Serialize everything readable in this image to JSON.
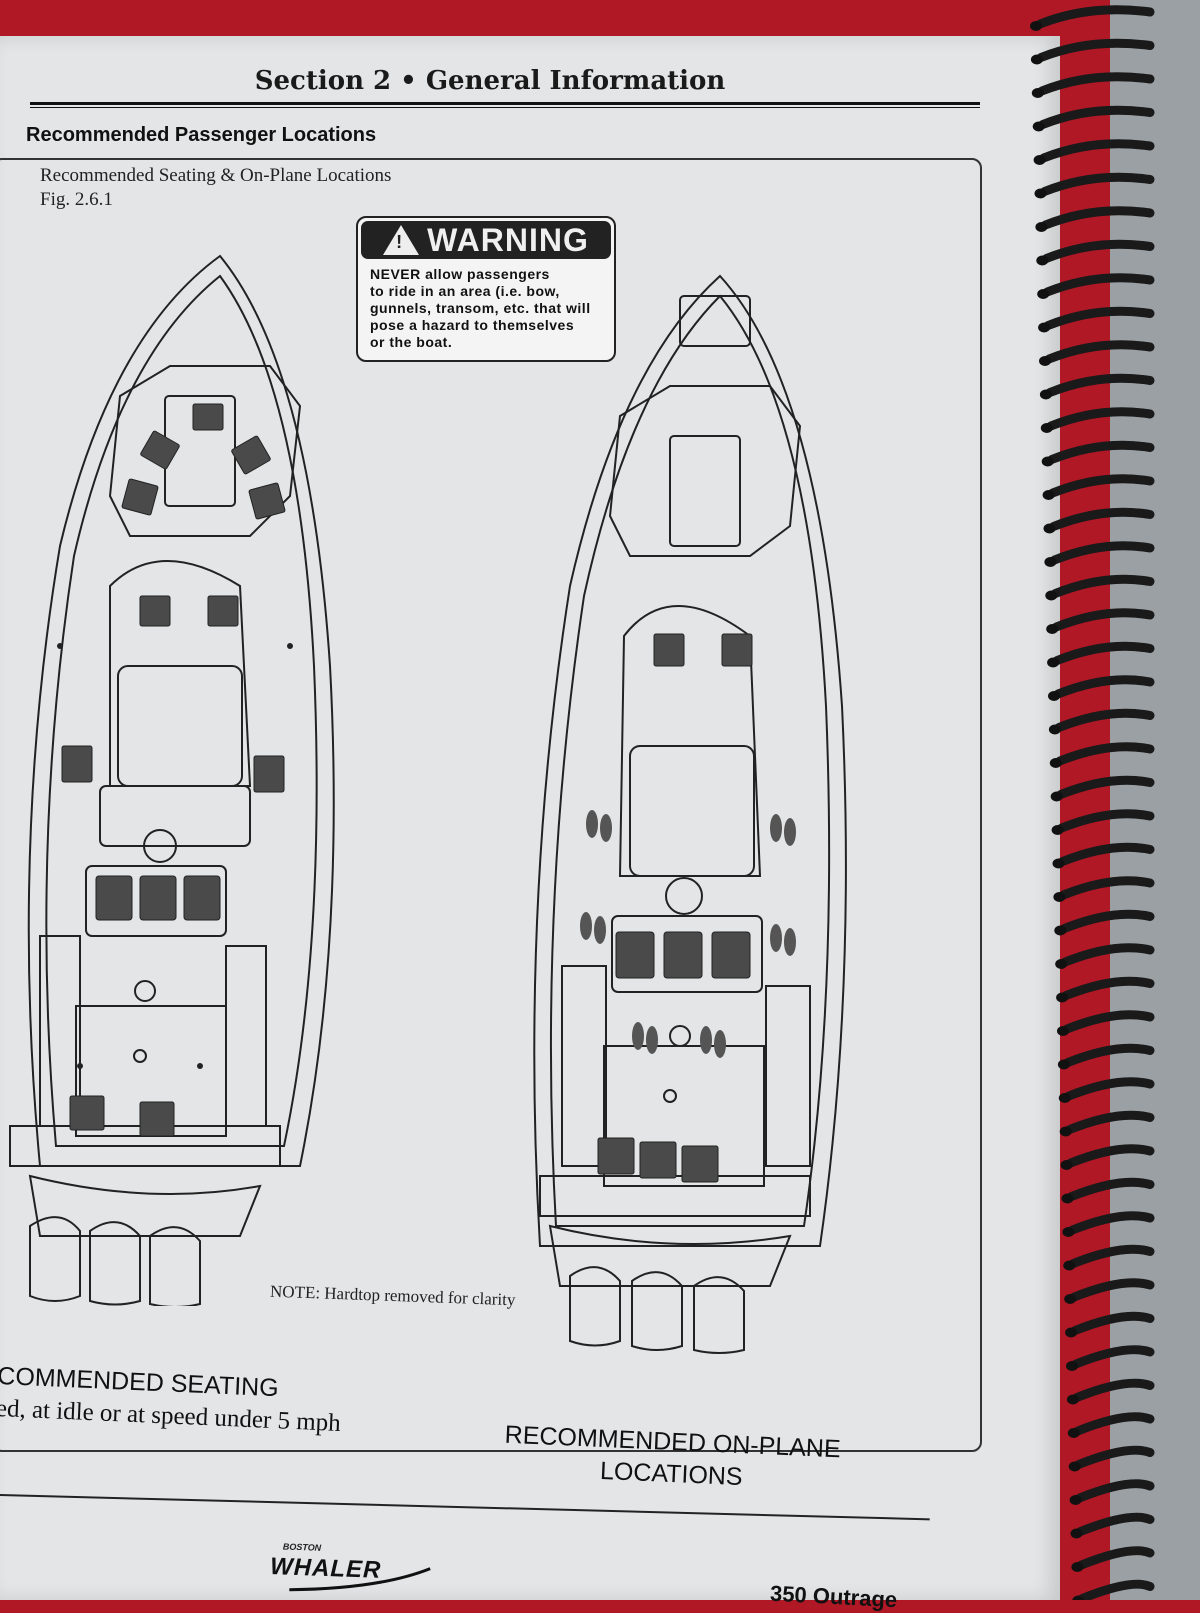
{
  "header": {
    "title": "Section 2 • General Information"
  },
  "section": {
    "title": "Recommended Passenger Locations"
  },
  "figure": {
    "caption": "Recommended Seating & On-Plane Locations",
    "number": "Fig. 2.6.1"
  },
  "warning": {
    "heading": "WARNING",
    "lines": [
      "NEVER allow passengers",
      "to ride in an area (i.e. bow,",
      "gunnels, transom, etc. that will",
      "pose a hazard to themselves",
      "or the boat."
    ]
  },
  "note": "NOTE: Hardtop removed for clarity",
  "left_label": {
    "line1": "COMMENDED SEATING",
    "line2": "ed, at idle or at speed under 5 mph"
  },
  "right_label": {
    "line1": "RECOMMENDED ON-PLANE",
    "line2": "LOCATIONS"
  },
  "footer": {
    "logo_small": "BOSTON",
    "logo_big": "WHALER",
    "model": "350 Outrage"
  },
  "colors": {
    "background": "#b01826",
    "page": "#e3e5e6",
    "ink": "#111111",
    "seat_pad": "#4a4a4a"
  }
}
